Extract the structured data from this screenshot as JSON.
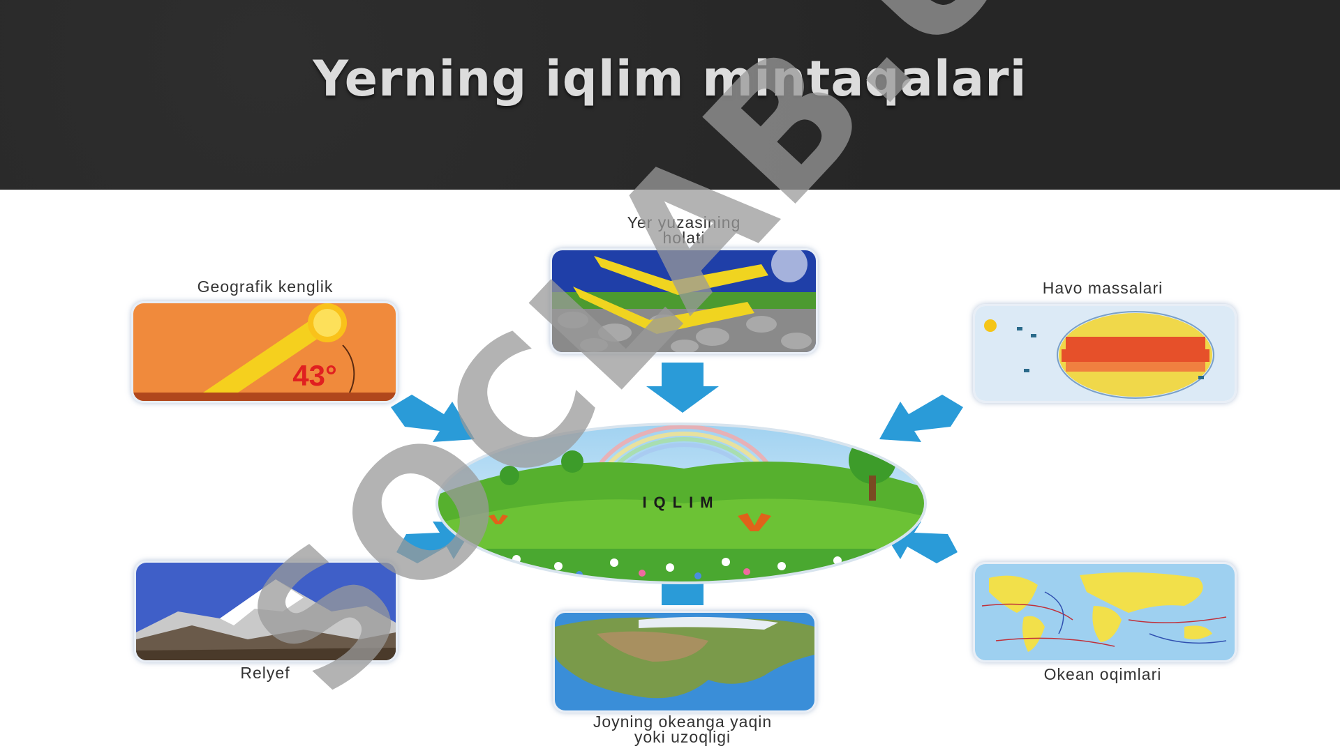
{
  "slide": {
    "title": "Yerning iqlim mintaqalari"
  },
  "diagram": {
    "center": {
      "label": "IQLIM"
    },
    "factors": [
      {
        "id": "latitude",
        "label": "Geografik kenglik",
        "badge": "43°"
      },
      {
        "id": "surface",
        "label_line1": "Yer yuzasining",
        "label_line2": "holati"
      },
      {
        "id": "air_masses",
        "label": "Havo massalari"
      },
      {
        "id": "relief",
        "label": "Relyef"
      },
      {
        "id": "ocean_distance",
        "label_line1": "Joyning okeanga yaqin",
        "label_line2": "yoki uzoqligi"
      },
      {
        "id": "currents",
        "label": "Okean oqimlari"
      }
    ]
  },
  "watermark": {
    "text": "SOCLAB.UZ"
  },
  "colors": {
    "header_bg": "#262626",
    "title_text": "#dcdcdc",
    "arrow": "#2a9bd8",
    "latitude_bg": "#f08a3c",
    "sun_ray": "#f5d01e",
    "degree_text": "#e02020",
    "watermark": "#9a9a9a"
  }
}
